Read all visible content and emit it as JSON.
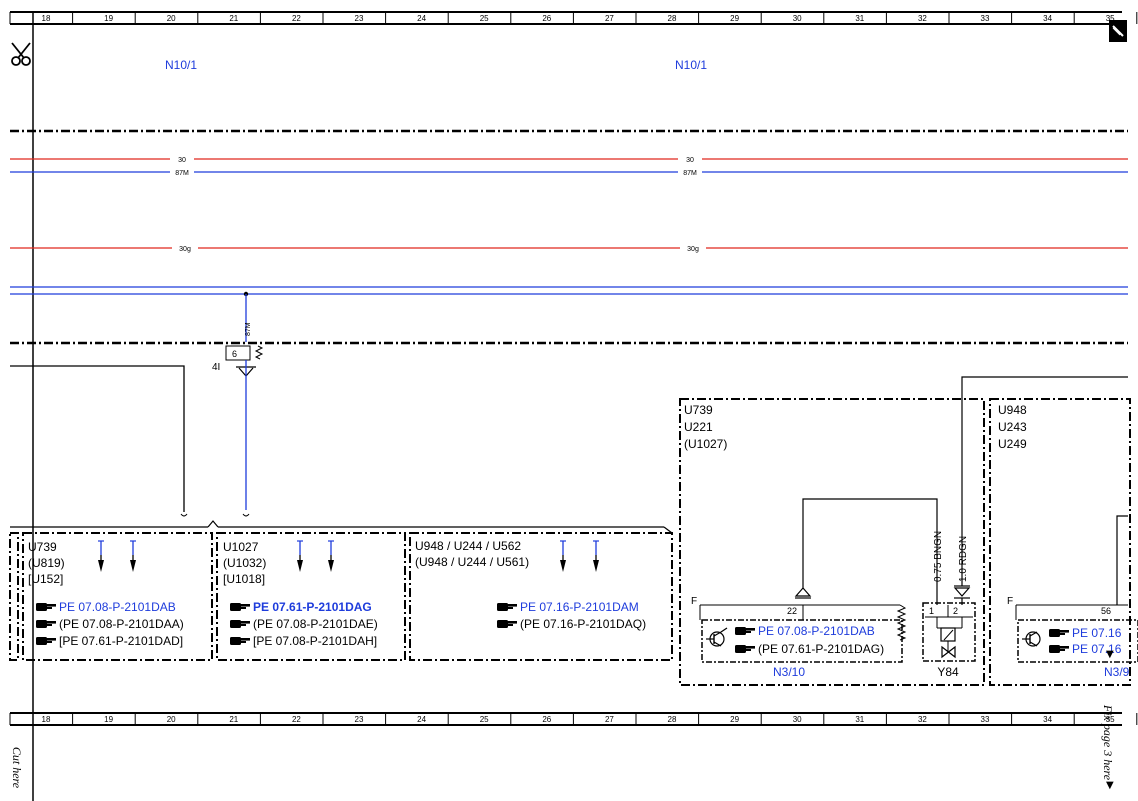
{
  "ruler": {
    "numbers": [
      "18",
      "19",
      "20",
      "21",
      "22",
      "23",
      "24",
      "25",
      "26",
      "27",
      "28",
      "29",
      "30",
      "31",
      "32",
      "33",
      "34",
      "35"
    ]
  },
  "components": {
    "n10_left": "N10/1",
    "n10_right": "N10/1",
    "n3_10": "N3/10",
    "y84": "Y84",
    "n3_partial": "N3/9"
  },
  "buses": {
    "line30_a": "30",
    "line87m_a": "87M",
    "line30_b": "30",
    "line87m_b": "87M",
    "line30g_a": "30g",
    "line30g_b": "30g"
  },
  "fuse": {
    "wire_label": "87M",
    "pin": "6",
    "terminal": "4I"
  },
  "boxes": {
    "box1": {
      "l1": "U739",
      "l2": "(U819)",
      "l3": "[U152]"
    },
    "box2": {
      "l1": "U1027",
      "l2": "(U1032)",
      "l3": "[U1018]"
    },
    "box3": {
      "l1": "U948 / U244 / U562",
      "l2": "(U948 / U244 / U561)"
    },
    "box4": {
      "l1": "U739",
      "l2": "U221",
      "l3": "(U1027)"
    },
    "box5": {
      "l1": "U948",
      "l2": "U243",
      "l3": "U249"
    }
  },
  "refs": {
    "r1a": "PE 07.08-P-2101DAB",
    "r1b": "(PE 07.08-P-2101DAA)",
    "r1c": "[PE 07.61-P-2101DAD]",
    "r2a": "PE 07.61-P-2101DAG",
    "r2b": "(PE 07.08-P-2101DAE)",
    "r2c": "[PE 07.08-P-2101DAH]",
    "r3a": "PE 07.16-P-2101DAM",
    "r3b": "(PE 07.16-P-2101DAQ)",
    "r4a": "PE 07.08-P-2101DAB",
    "r4b": "(PE 07.61-P-2101DAG)",
    "r5a": "PE 07.16",
    "r5b": "PE 07.16"
  },
  "wires": {
    "w1": "0.75 BNGN",
    "w2": "1.0 RDGN"
  },
  "pins": {
    "p22": "22",
    "p1": "1",
    "p2": "2",
    "p56": "56",
    "f1": "F",
    "f2": "F"
  },
  "cut": {
    "left": "Cut here",
    "right": "Fix page 3 here"
  },
  "colors": {
    "red": "#e0281e",
    "blue": "#1e3cdc",
    "black": "#000000"
  }
}
